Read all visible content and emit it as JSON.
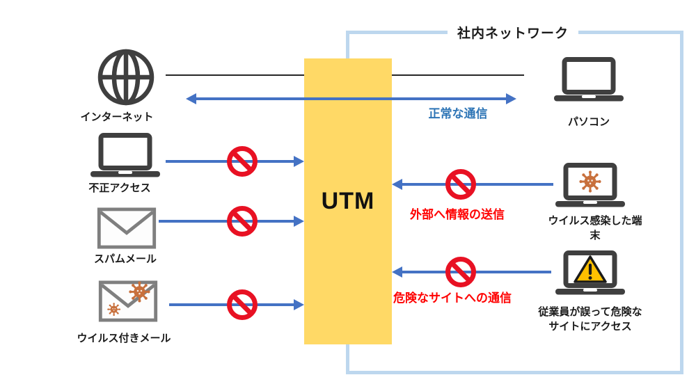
{
  "colors": {
    "accent_blue": "#4472C4",
    "light_blue": "#BDD7EE",
    "utm_yellow": "#FFD966",
    "sign_red": "#E81123",
    "text_red": "#FF0000",
    "text_blue": "#2E75B6",
    "icon_gray": "#3F3F3F",
    "virus_orange": "#C8703C",
    "warning_yellow": "#FFC000"
  },
  "network": {
    "title": "社内ネットワーク"
  },
  "utm": {
    "label": "UTM"
  },
  "left_nodes": [
    {
      "icon": "globe-icon",
      "label": "インターネット"
    },
    {
      "icon": "laptop-icon",
      "label": "不正アクセス"
    },
    {
      "icon": "mail-icon",
      "label": "スパムメール"
    },
    {
      "icon": "virus-mail-icon",
      "label": "ウイルス付きメール"
    }
  ],
  "right_nodes": [
    {
      "icon": "laptop-icon",
      "label": "パソコン"
    },
    {
      "icon": "virus-laptop-icon",
      "label": "ウイルス感染した端末"
    },
    {
      "icon": "warning-laptop-icon",
      "label": "従業員が誤って危険な\nサイトにアクセス"
    }
  ],
  "flows": {
    "normal": "正常な通信",
    "outbound_block": "外部へ情報の送信",
    "danger_block": "危険なサイトへの通信"
  }
}
